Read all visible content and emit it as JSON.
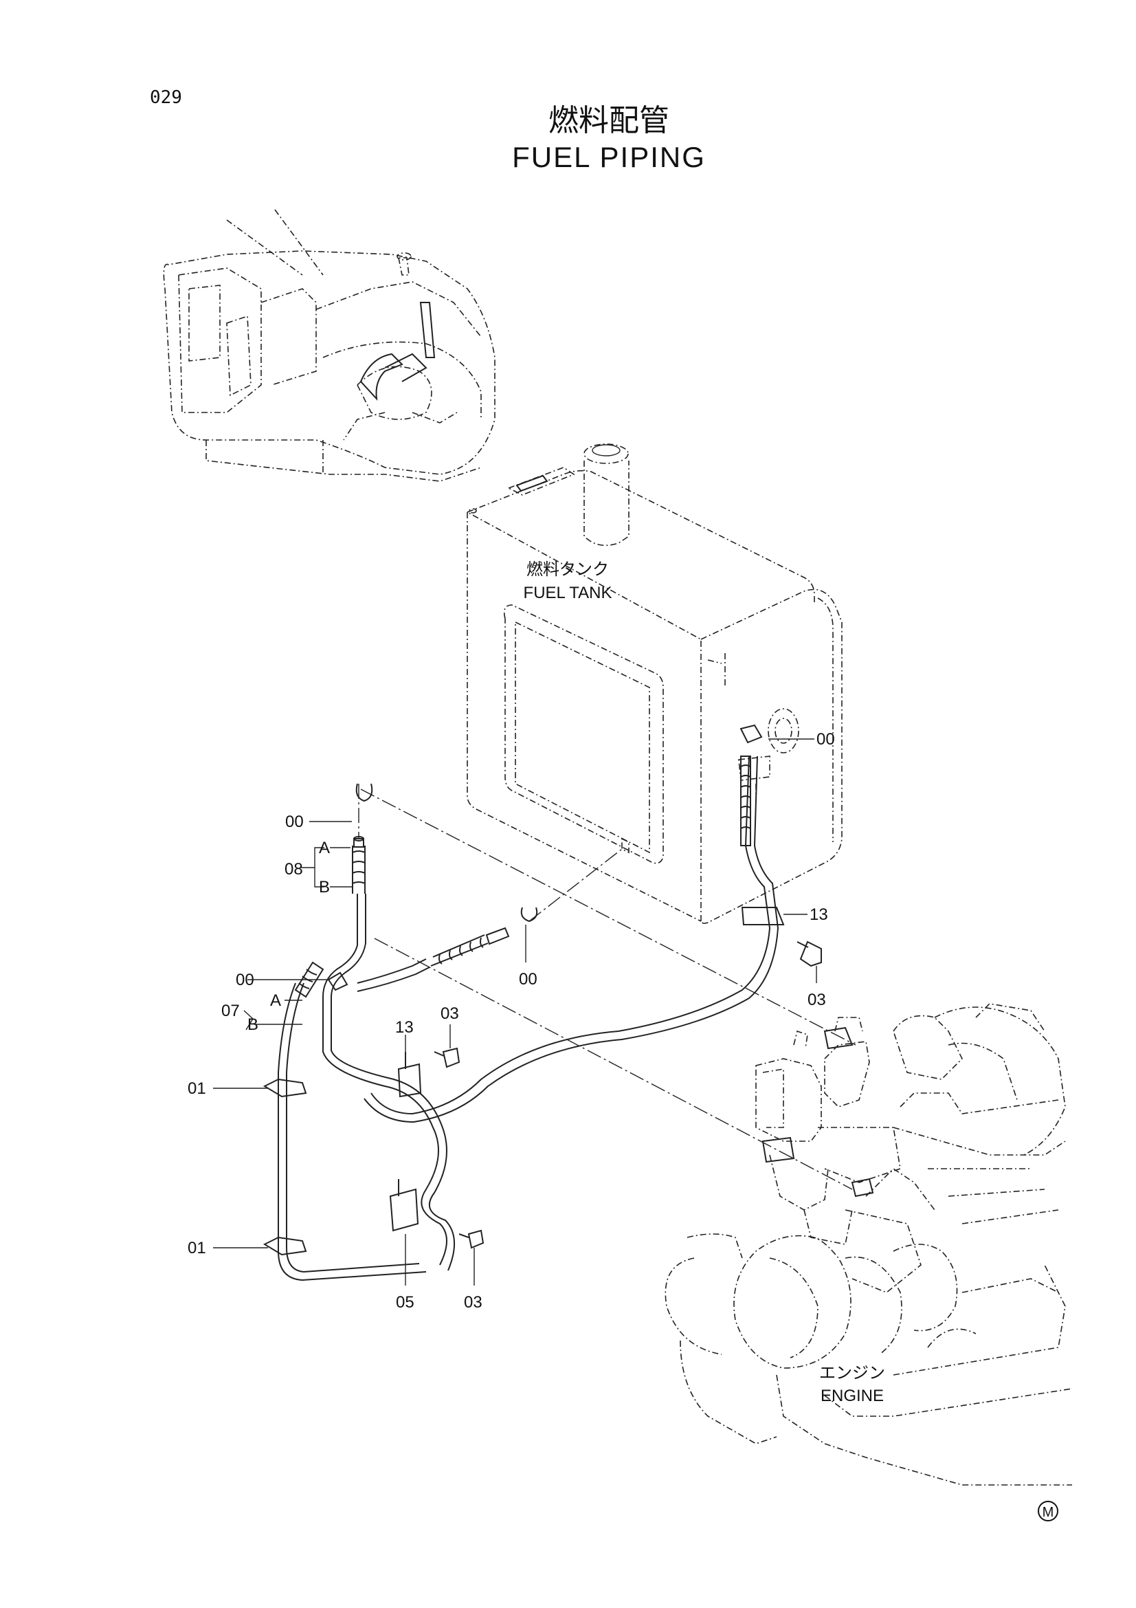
{
  "page_number": "029",
  "title": {
    "jp": "燃料配管",
    "en": "FUEL PIPING"
  },
  "components": {
    "fuel_tank": {
      "jp": "燃料タンク",
      "en": "FUEL TANK"
    },
    "engine": {
      "jp": "エンジン",
      "en": "ENGINE"
    }
  },
  "callouts": {
    "c00_tank": "00",
    "c00_top": "00",
    "c08": "08",
    "c08_a": "A",
    "c08_b": "B",
    "c00_mid": "00",
    "c00_center": "00",
    "c07": "07",
    "c07_a": "A",
    "c07_b": "B",
    "c01_upper": "01",
    "c01_lower": "01",
    "c13_right": "13",
    "c03_right": "03",
    "c13_mid": "13",
    "c03_mid": "03",
    "c05": "05",
    "c03_low": "03"
  },
  "mark": "M"
}
